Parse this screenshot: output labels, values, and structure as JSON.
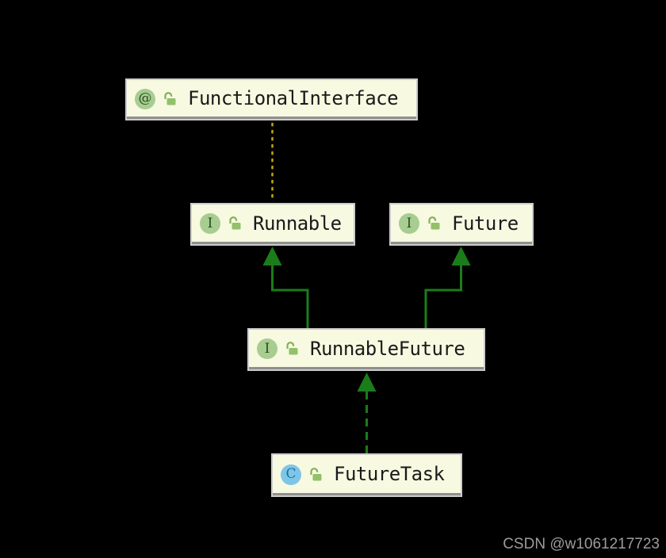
{
  "diagram": {
    "type": "uml-class-diagram",
    "nodes": [
      {
        "label": "FunctionalInterface",
        "kind": "annotation",
        "badge": "@",
        "modifier": "public"
      },
      {
        "label": "Runnable",
        "kind": "interface",
        "badge": "I",
        "modifier": "public"
      },
      {
        "label": "Future",
        "kind": "interface",
        "badge": "I",
        "modifier": "public"
      },
      {
        "label": "RunnableFuture",
        "kind": "interface",
        "badge": "I",
        "modifier": "public"
      },
      {
        "label": "FutureTask",
        "kind": "class",
        "badge": "C",
        "modifier": "public"
      }
    ],
    "edges": [
      {
        "from": "Runnable",
        "to": "FunctionalInterface",
        "relation": "annotated-by",
        "style": "dotted",
        "color": "#BCA40E"
      },
      {
        "from": "RunnableFuture",
        "to": "Runnable",
        "relation": "extends",
        "style": "solid",
        "color": "#1A7D1A"
      },
      {
        "from": "RunnableFuture",
        "to": "Future",
        "relation": "extends",
        "style": "solid",
        "color": "#1A7D1A"
      },
      {
        "from": "FutureTask",
        "to": "RunnableFuture",
        "relation": "implements",
        "style": "dashed",
        "color": "#1A7D1A"
      }
    ],
    "colors": {
      "background": "#000000",
      "node_fill": "#F8F9E1",
      "node_border": "#CCCCCC",
      "node_shadow": "#8F8F8F",
      "interface_badge": "#A7CD90",
      "class_badge": "#7EC6E8",
      "lock_green": "#8DBE67",
      "edge_green": "#1A7D1A",
      "edge_yellow": "#BCA40E"
    }
  },
  "watermark": {
    "text": "CSDN @w1061217723"
  }
}
